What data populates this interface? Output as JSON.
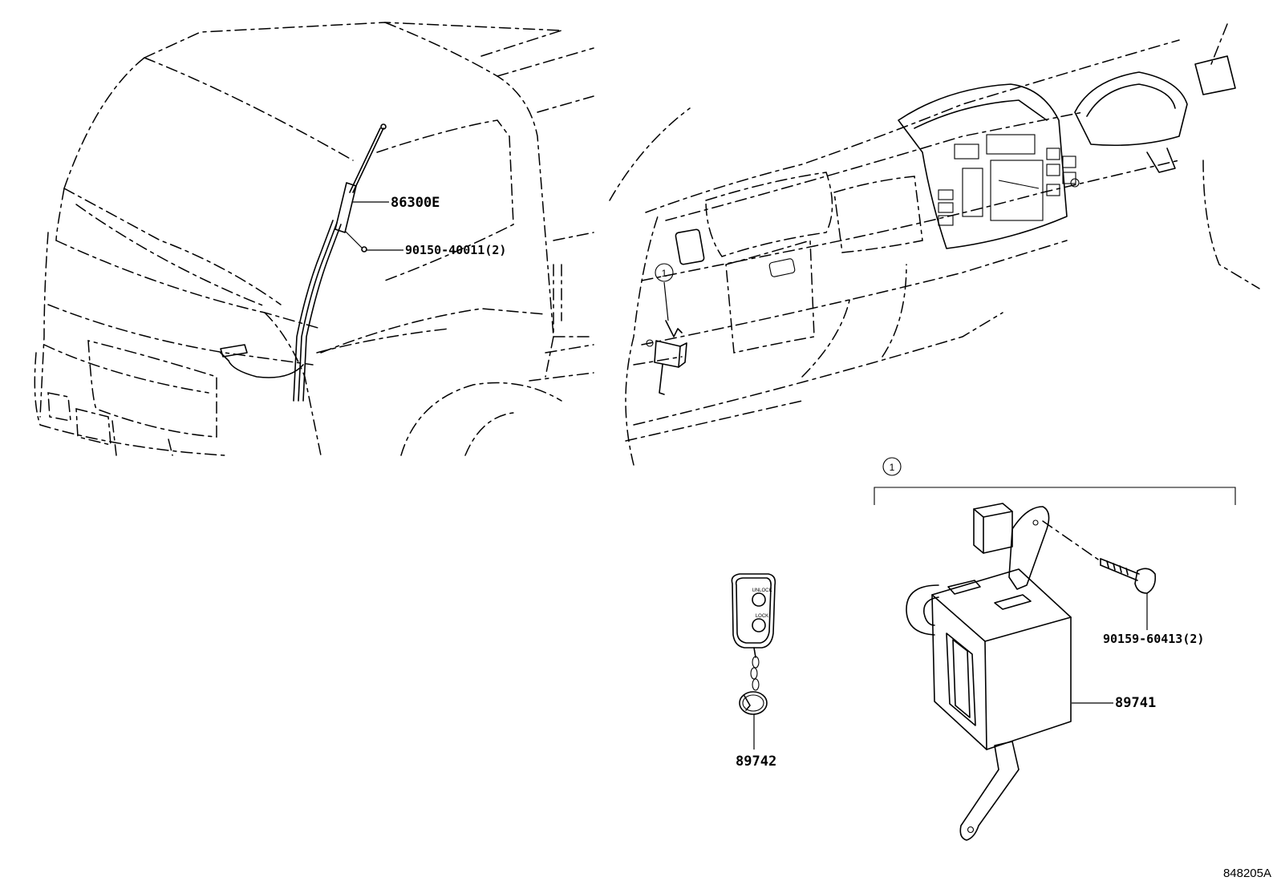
{
  "callouts": {
    "antenna_part": "86300E",
    "antenna_screw": "90150-40011(2)",
    "receiver_bolt": "90159-60413(2)",
    "receiver_unit": "89741",
    "transmitter": "89742",
    "ref_marker_dash": "1",
    "ref_marker_group": "1"
  },
  "figure_code": "848205A",
  "fob_buttons": [
    "UNLOCK",
    "LOCK"
  ]
}
